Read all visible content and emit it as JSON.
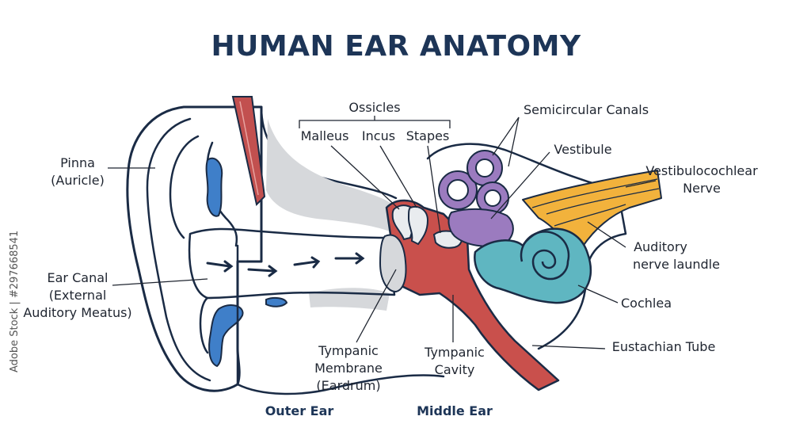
{
  "title": "HUMAN EAR ANATOMY",
  "labels": {
    "ossicles": "Ossicles",
    "malleus": "Malleus",
    "incus": "Incus",
    "stapes": "Stapes",
    "semicircular_canals": "Semicircular Canals",
    "vestibule": "Vestibule",
    "vestibulocochlear_line1": "Vestibulocochlear",
    "vestibulocochlear_line2": "Nerve",
    "pinna_line1": "Pinna",
    "pinna_line2": "(Auricle)",
    "ear_canal_line1": "Ear Canal",
    "ear_canal_line2": "(External",
    "ear_canal_line3": "Auditory Meatus)",
    "auditory_line1": "Auditory",
    "auditory_line2": "nerve laundle",
    "cochlea": "Cochlea",
    "eustachian": "Eustachian Tube",
    "tympanic_membrane_line1": "Tympanic",
    "tympanic_membrane_line2": "Membrane",
    "tympanic_membrane_line3": "(Eardrum)",
    "tympanic_cavity_line1": "Tympanic",
    "tympanic_cavity_line2": "Cavity"
  },
  "sections": {
    "outer_ear": "Outer Ear",
    "middle_ear": "Middle Ear"
  },
  "watermark": {
    "side_text": "Adobe Stock | #297668541"
  },
  "colors": {
    "title": "#1d3557",
    "outline": "#1a2b45",
    "cartilage_blue": "#3f7fc9",
    "muscle_red": "#c2504f",
    "bone_gray": "#d6d8db",
    "cochlea_teal": "#5fb6c1",
    "semicircular_purple": "#9b7bbf",
    "nerve_orange": "#f2b23c",
    "middle_ear_red": "#c9504c"
  }
}
